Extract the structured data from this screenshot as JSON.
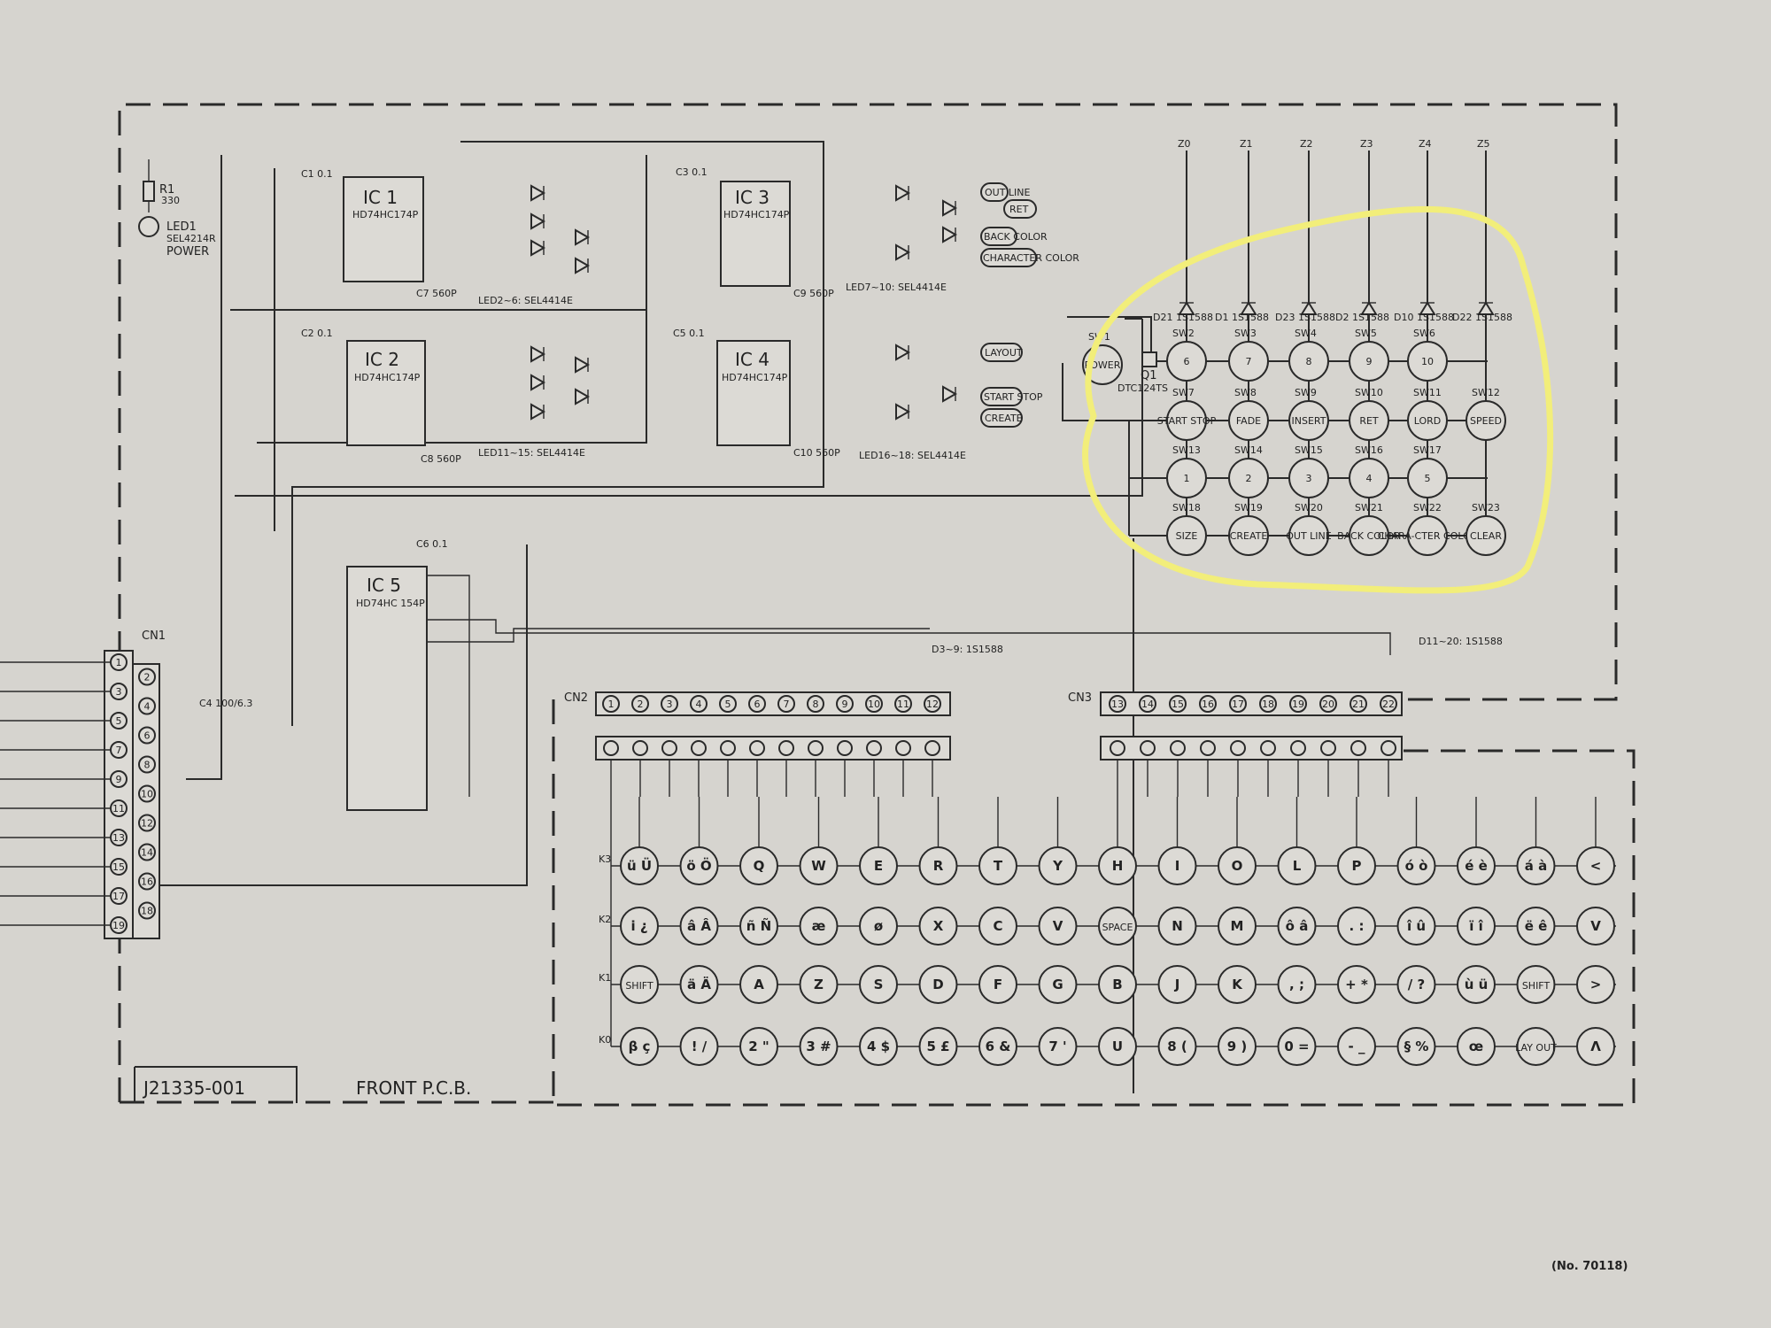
{
  "page": {
    "pcb_id": "J21335-001",
    "board_title": "FRONT P.C.B.",
    "doc_number": "(No. 70118)"
  },
  "power": {
    "r1": "R1",
    "r1_value": "330",
    "led1": "LED1",
    "led1_part": "SEL4214R",
    "led1_label": "POWER"
  },
  "ics": [
    {
      "ref": "IC 1",
      "part": "HD74HC174P"
    },
    {
      "ref": "IC 2",
      "part": "HD74HC174P"
    },
    {
      "ref": "IC 3",
      "part": "HD74HC174P"
    },
    {
      "ref": "IC 4",
      "part": "HD74HC174P"
    },
    {
      "ref": "IC 5",
      "part": "HD74HC 154P"
    }
  ],
  "led_groups": [
    "LED2~6: SEL4414E",
    "LED7~10: SEL4414E",
    "LED11~15: SEL4414E",
    "LED16~18: SEL4414E"
  ],
  "status_labels": [
    "OUT LINE",
    "RET",
    "BACK COLOR",
    "CHARACTER COLOR",
    "LAYOUT",
    "START STOP",
    "CREATE"
  ],
  "caps": [
    "C1 0.1",
    "C2 0.1",
    "C3 0.1",
    "C5 0.1",
    "C6 0.1",
    "C7 560P",
    "C8 560P",
    "C9 560P",
    "C10 560P",
    "C4 100/6.3"
  ],
  "diode_notes": [
    "D3~9: 1S1588",
    "D11~20: 1S1588"
  ],
  "z_lines": [
    "Z0",
    "Z1",
    "Z2",
    "Z3",
    "Z4",
    "Z5"
  ],
  "matrix_diodes": [
    "D21 1S1588",
    "D1 1S1588",
    "D23 1S1588",
    "D2 1S1588",
    "D10 1S1588",
    "D22 1S1588"
  ],
  "transistor": {
    "ref": "Q1",
    "part": "DTC124TS"
  },
  "function_switches": [
    {
      "ref": "SW1",
      "label": "POWER"
    },
    {
      "ref": "SW2",
      "label": "6"
    },
    {
      "ref": "SW3",
      "label": "7"
    },
    {
      "ref": "SW4",
      "label": "8"
    },
    {
      "ref": "SW5",
      "label": "9"
    },
    {
      "ref": "SW6",
      "label": "10"
    },
    {
      "ref": "SW7",
      "label": "START STOP"
    },
    {
      "ref": "SW8",
      "label": "FADE"
    },
    {
      "ref": "SW9",
      "label": "INSERT"
    },
    {
      "ref": "SW10",
      "label": "RET"
    },
    {
      "ref": "SW11",
      "label": "LORD"
    },
    {
      "ref": "SW12",
      "label": "SPEED"
    },
    {
      "ref": "SW13",
      "label": "1"
    },
    {
      "ref": "SW14",
      "label": "2"
    },
    {
      "ref": "SW15",
      "label": "3"
    },
    {
      "ref": "SW16",
      "label": "4"
    },
    {
      "ref": "SW17",
      "label": "5"
    },
    {
      "ref": "SW18",
      "label": "SIZE"
    },
    {
      "ref": "SW19",
      "label": "CREATE"
    },
    {
      "ref": "SW20",
      "label": "OUT LINE"
    },
    {
      "ref": "SW21",
      "label": "BACK COLOR"
    },
    {
      "ref": "SW22",
      "label": "CHARA-CTER COLOR"
    },
    {
      "ref": "SW23",
      "label": "CLEAR"
    }
  ],
  "connectors": {
    "cn1": "CN1",
    "cn1_pins": [
      "1",
      "2",
      "3",
      "4",
      "5",
      "6",
      "7",
      "8",
      "9",
      "10",
      "11",
      "12",
      "13",
      "14",
      "15",
      "16",
      "17",
      "18",
      "19"
    ],
    "cn2": "CN2",
    "cn2_pins": [
      "1",
      "2",
      "3",
      "4",
      "5",
      "6",
      "7",
      "8",
      "9",
      "10",
      "11",
      "12"
    ],
    "cn3": "CN3",
    "cn3_pins": [
      "13",
      "14",
      "15",
      "16",
      "17",
      "18",
      "19",
      "20",
      "21",
      "22"
    ]
  },
  "keyboard": {
    "row_labels": [
      "K3",
      "K2",
      "K1",
      "K0"
    ],
    "rows": [
      [
        "ü Ü",
        "ö Ö",
        "Q",
        "W",
        "E",
        "R",
        "T",
        "Y",
        "H",
        "I",
        "O",
        "L",
        "P",
        "ó ò",
        "é è",
        "á à",
        "<"
      ],
      [
        "i ¿",
        "â Â",
        "ñ Ñ",
        "æ",
        "ø",
        "X",
        "C",
        "V",
        "SPACE",
        "N",
        "M",
        "ô â",
        ". :",
        "î û",
        "ï î",
        "ë ê",
        "V"
      ],
      [
        "SHIFT",
        "ä Ä",
        "A",
        "Z",
        "S",
        "D",
        "F",
        "G",
        "B",
        "J",
        "K",
        ", ;",
        "+ *",
        "/ ?",
        "ù ü",
        "SHIFT",
        ">"
      ],
      [
        "β ç",
        "! /",
        "2 \"",
        "3 #",
        "4 $",
        "5 £",
        "6 &",
        "7 '",
        "U",
        "8 (",
        "9 )",
        "0 =",
        "- _",
        "§ %",
        "œ",
        "LAY OUT",
        "Λ"
      ]
    ]
  },
  "highlight": {
    "color": "#f2ee7a"
  },
  "colors": {
    "paper": "#d6d4cf",
    "ink": "#2a2a2a"
  }
}
